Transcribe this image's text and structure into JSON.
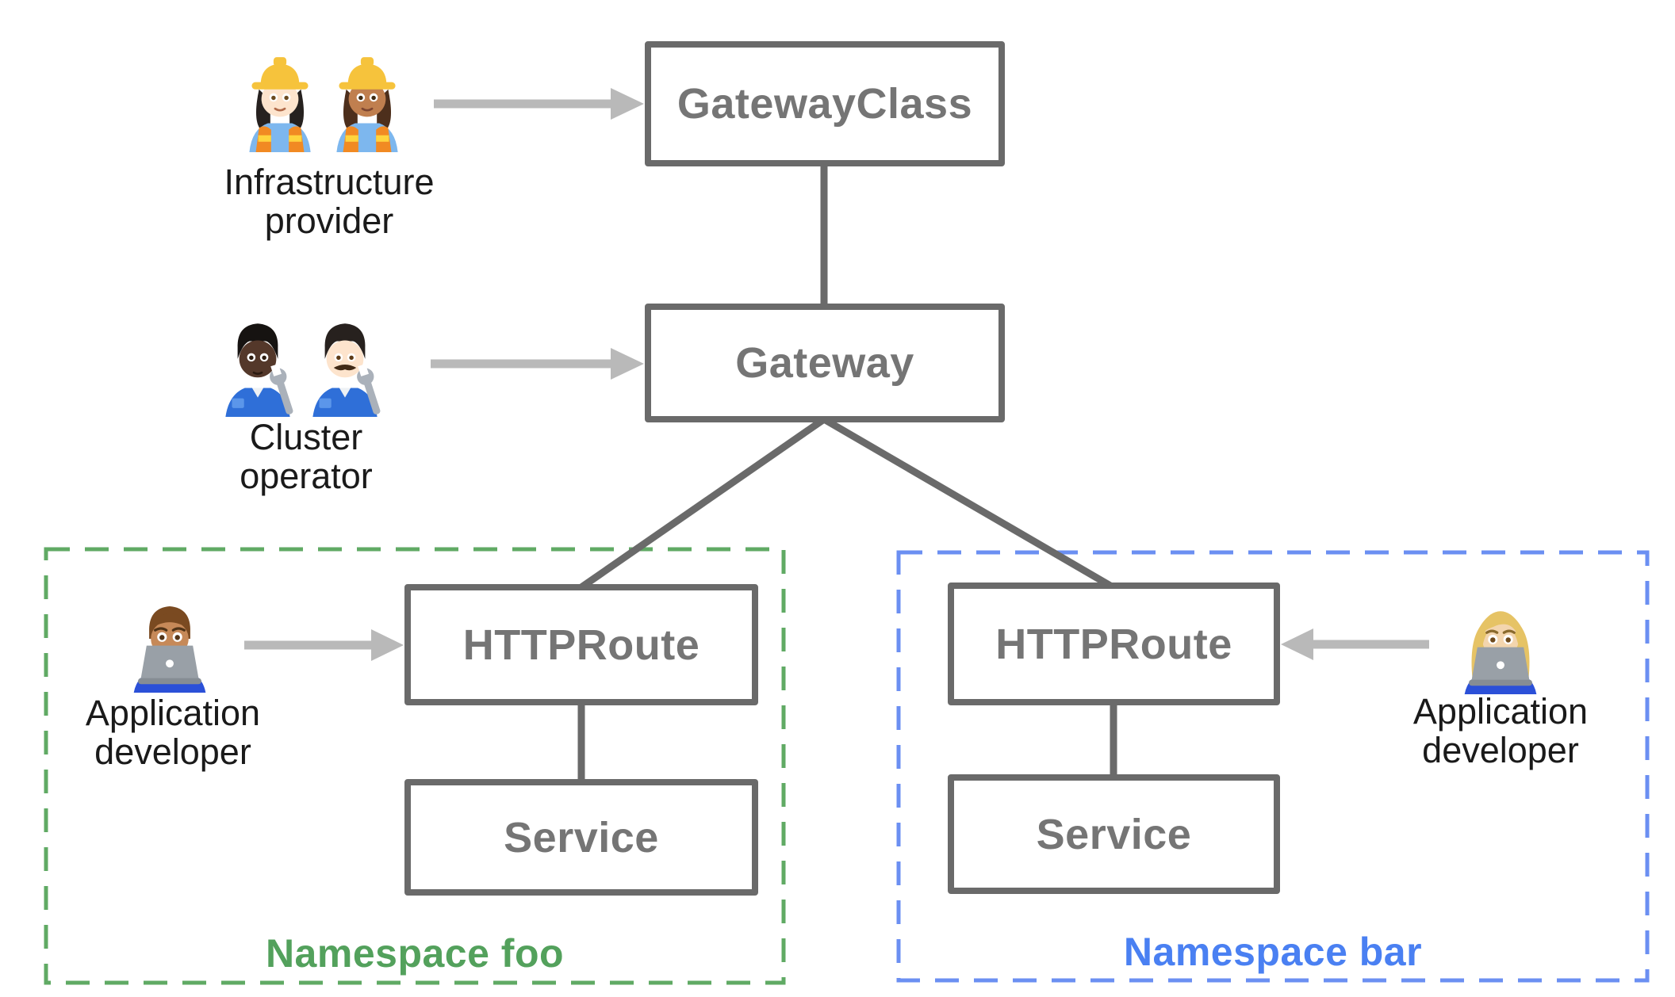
{
  "diagram": {
    "kind": "kubernetes-gateway-api-resource-model",
    "nodes": {
      "gatewayclass": {
        "label": "GatewayClass"
      },
      "gateway": {
        "label": "Gateway"
      },
      "httproute_foo": {
        "label": "HTTPRoute"
      },
      "service_foo": {
        "label": "Service"
      },
      "httproute_bar": {
        "label": "HTTPRoute"
      },
      "service_bar": {
        "label": "Service"
      }
    },
    "edges": [
      {
        "from": "GatewayClass",
        "to": "Gateway"
      },
      {
        "from": "Gateway",
        "to": "HTTPRoute (Namespace foo)"
      },
      {
        "from": "Gateway",
        "to": "HTTPRoute (Namespace bar)"
      },
      {
        "from": "HTTPRoute (Namespace foo)",
        "to": "Service (Namespace foo)"
      },
      {
        "from": "HTTPRoute (Namespace bar)",
        "to": "Service (Namespace bar)"
      }
    ],
    "personas": {
      "infrastructure_provider": {
        "lines": [
          "Infrastructure",
          "provider"
        ],
        "icons": [
          "woman-construction-worker-light-icon",
          "woman-construction-worker-medium-icon"
        ],
        "arrow_to": "GatewayClass"
      },
      "cluster_operator": {
        "lines": [
          "Cluster",
          "operator"
        ],
        "icons": [
          "mechanic-dark-icon",
          "man-mechanic-light-icon"
        ],
        "arrow_to": "Gateway"
      },
      "app_developer_foo": {
        "lines": [
          "Application",
          "developer"
        ],
        "icons": [
          "man-technologist-medium-icon"
        ],
        "arrow_to": "HTTPRoute (Namespace foo)"
      },
      "app_developer_bar": {
        "lines": [
          "Application",
          "developer"
        ],
        "icons": [
          "woman-technologist-light-icon"
        ],
        "arrow_to": "HTTPRoute (Namespace bar)"
      }
    },
    "namespaces": {
      "foo": {
        "label": "Namespace foo",
        "text_color": "#53a15c",
        "border_color": "#60aa64"
      },
      "bar": {
        "label": "Namespace bar",
        "text_color": "#4a80f2",
        "border_color": "#6b8ff2"
      }
    },
    "colors": {
      "node_border": "#6a6a6a",
      "node_text": "#757575",
      "connector": "#6a6a6a",
      "arrow": "#b9b9b9",
      "persona_label_text": "#1a1a1a",
      "background": "#ffffff"
    }
  }
}
